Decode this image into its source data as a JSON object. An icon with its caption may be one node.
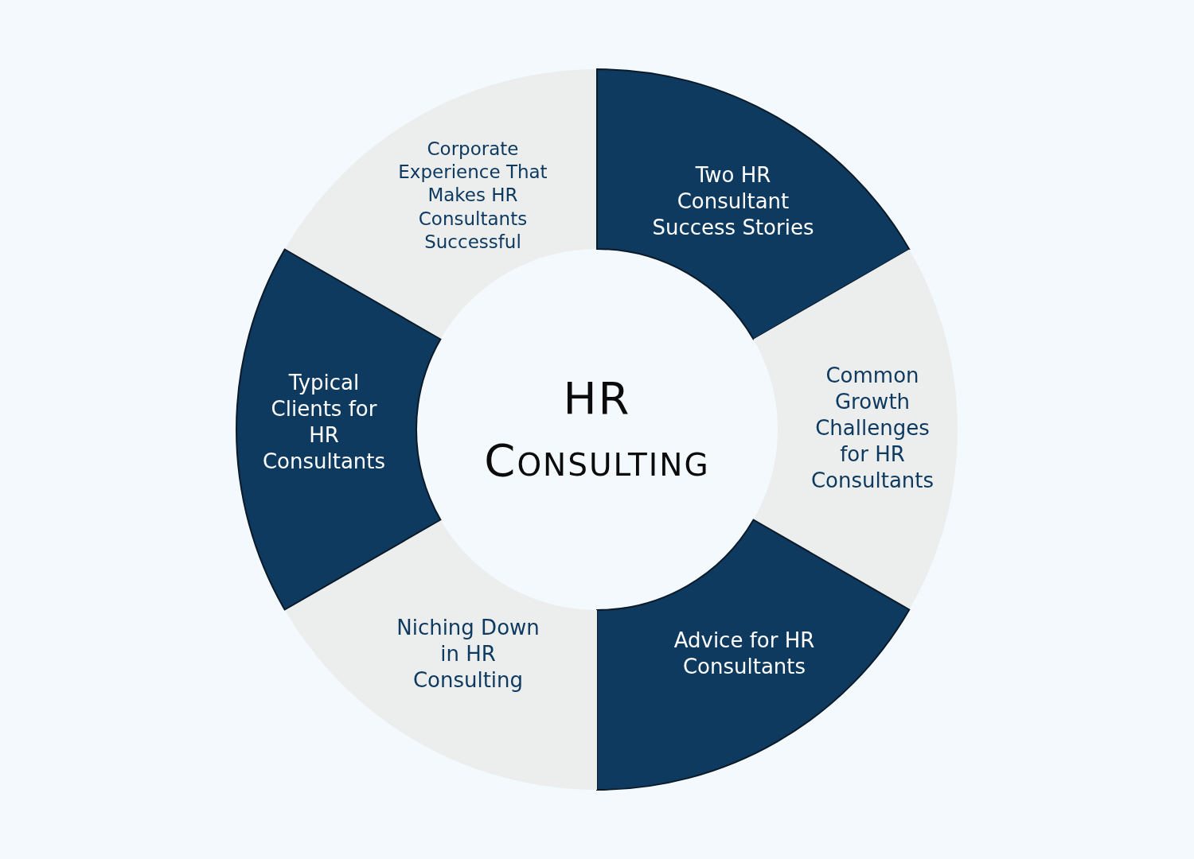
{
  "diagram": {
    "nodes": [
      {
        "text": [
          "HR Consulting"
        ]
      },
      {
        "text": [
          "Corporate Experience That Makes HR Consultants Successful"
        ]
      },
      {
        "text": [
          "Two HR Consultant Success Stories"
        ]
      },
      {
        "text": [
          "Common Growth Challenges for HR Consultants"
        ]
      },
      {
        "text": [
          "Advice for HR Consultants"
        ]
      },
      {
        "text": [
          "Niching Down in HR Consulting"
        ]
      },
      {
        "text": [
          "Typical Clients for HR Consultants"
        ]
      }
    ]
  }
}
